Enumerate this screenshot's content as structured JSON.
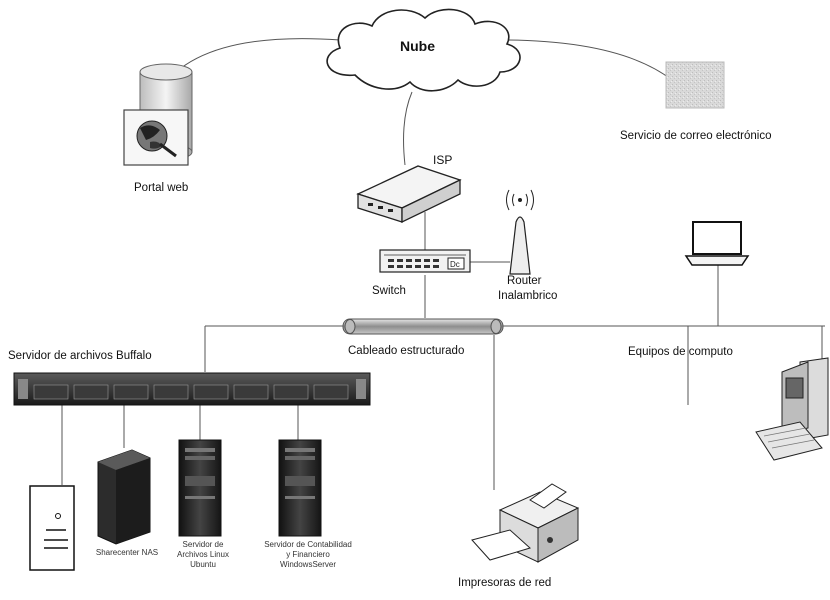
{
  "nodes": {
    "cloud": "Nube",
    "portal": "Portal web",
    "email": "Servicio de correo electrónico",
    "isp": "ISP",
    "switch": "Switch",
    "router_line1": "Router",
    "router_line2": "Inalambrico",
    "cabling": "Cableado estructurado",
    "buffalo": "Servidor de archivos Buffalo",
    "equipos": "Equipos de computo",
    "impresoras": "Impresoras de red",
    "nas": "Sharecenter NAS",
    "linux_server": "Servidor de Archivos Linux Ubuntu",
    "windows_server": "Servidor de Contabilidad y Financiero WindowsServer"
  },
  "colors": {
    "line": "#555555",
    "device_light": "#f2f2f2",
    "device_dark": "#222222",
    "cable": "#9a9a9a"
  }
}
